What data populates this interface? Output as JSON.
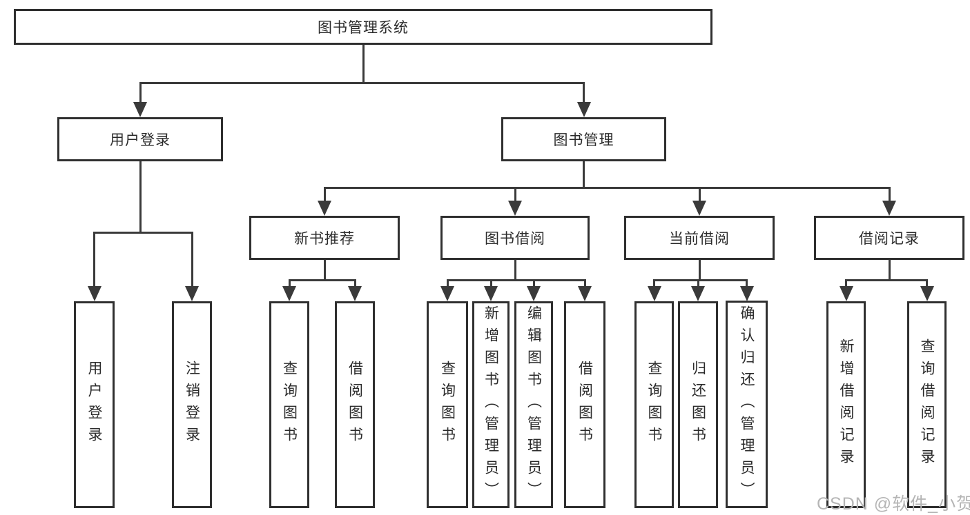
{
  "colors": {
    "background": "#ffffff",
    "line": "#3a3a3a",
    "box_border": "#2f2f2f",
    "box_fill": "#ffffff",
    "text": "#2b2b2b",
    "watermark": "#b5b5b5"
  },
  "watermark": {
    "text": "CSDN @软件_小贺同学"
  },
  "tree": {
    "label": "图书管理系统",
    "children": [
      {
        "label": "用户登录",
        "children": [
          {
            "label": "用户登录"
          },
          {
            "label": "注销登录"
          }
        ]
      },
      {
        "label": "图书管理",
        "children": [
          {
            "label": "新书推荐",
            "children": [
              {
                "label": "查询图书"
              },
              {
                "label": "借阅图书"
              }
            ]
          },
          {
            "label": "图书借阅",
            "children": [
              {
                "label": "查询图书"
              },
              {
                "label": "新增图书（管理员）"
              },
              {
                "label": "编辑图书（管理员）"
              },
              {
                "label": "借阅图书"
              }
            ]
          },
          {
            "label": "当前借阅",
            "children": [
              {
                "label": "查询图书"
              },
              {
                "label": "归还图书"
              },
              {
                "label": "确认归还（管理员）"
              }
            ]
          },
          {
            "label": "借阅记录",
            "children": [
              {
                "label": "新增借阅记录"
              },
              {
                "label": "查询借阅记录"
              }
            ]
          }
        ]
      }
    ]
  }
}
